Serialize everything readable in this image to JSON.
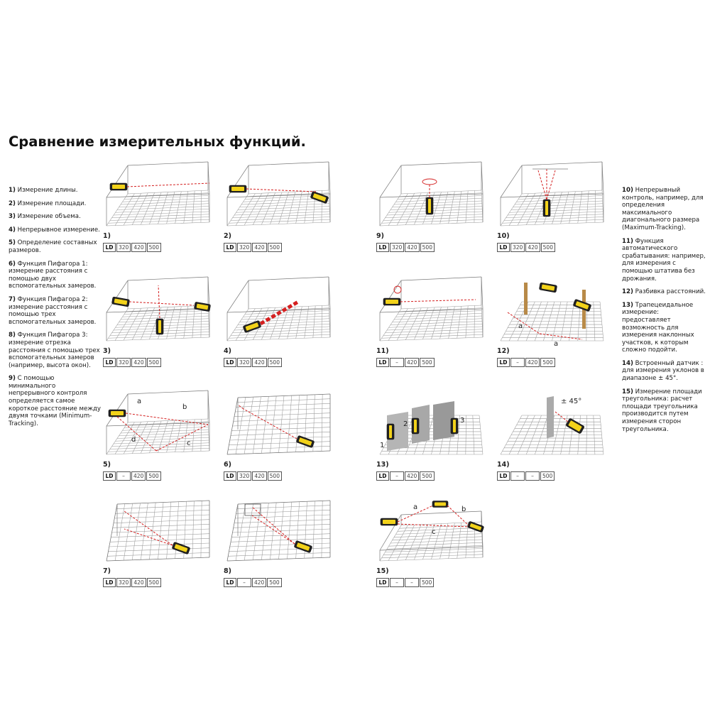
{
  "title": "Сравнение измерительных функций.",
  "left_items": [
    {
      "n": "1)",
      "text": "Измерение длины."
    },
    {
      "n": "2)",
      "text": "Измерение площади."
    },
    {
      "n": "3)",
      "text": "Измерение объема."
    },
    {
      "n": "4)",
      "text": "Непрерывное измерение."
    },
    {
      "n": "5)",
      "text": "Определение составных размеров."
    },
    {
      "n": "6)",
      "text": "Функция Пифагора 1: измерение расстояния с помощью двух вспомогательных замеров."
    },
    {
      "n": "7)",
      "text": "Функция Пифагора 2: измерение расстояния с помощью трех вспомогательных замеров."
    },
    {
      "n": "8)",
      "text": "Функция Пифагора 3: измерение отрезка расстояния с помощью трех вспомогательных замеров (например, высота окон)."
    },
    {
      "n": "9)",
      "text": "С помощью минимального непрерывного контроля определяется самое короткое расстояние между двумя точками (Minimum-Tracking)."
    }
  ],
  "right_items": [
    {
      "n": "10)",
      "text": "Непрерывный контроль, например, для определения максимального диагонального размера (Maximum-Tracking)."
    },
    {
      "n": "11)",
      "text": "Функция автоматического срабатывания: например, для измерения с помощью штатива без дрожания."
    },
    {
      "n": "12)",
      "text": "Разбивка расстояний."
    },
    {
      "n": "13)",
      "text": "Трапецеидальное измерение: предоставляет возможность для измерения наклонных участков, к которым сложно подойти."
    },
    {
      "n": "14)",
      "text": "Встроенный датчик : для измерения уклонов в диапазоне ± 45°."
    },
    {
      "n": "15)",
      "text": "Измерение площади треугольника: расчет площади треугольника производится путем измерения сторон треугольника."
    }
  ],
  "panels": [
    {
      "num": "1)",
      "legend": [
        "LD",
        "320",
        "420",
        "500"
      ]
    },
    {
      "num": "2)",
      "legend": [
        "LD",
        "320",
        "420",
        "500"
      ]
    },
    {
      "num": "3)",
      "legend": [
        "LD",
        "320",
        "420",
        "500"
      ]
    },
    {
      "num": "4)",
      "legend": [
        "LD",
        "320",
        "420",
        "500"
      ]
    },
    {
      "num": "5)",
      "legend": [
        "LD",
        "–",
        "420",
        "500"
      ]
    },
    {
      "num": "6)",
      "legend": [
        "LD",
        "320",
        "420",
        "500"
      ]
    },
    {
      "num": "7)",
      "legend": [
        "LD",
        "320",
        "420",
        "500"
      ]
    },
    {
      "num": "8)",
      "legend": [
        "LD",
        "–",
        "420",
        "500"
      ]
    },
    {
      "num": "9)",
      "legend": [
        "LD",
        "320",
        "420",
        "500"
      ]
    },
    {
      "num": "10)",
      "legend": [
        "LD",
        "320",
        "420",
        "500"
      ]
    },
    {
      "num": "11)",
      "legend": [
        "LD",
        "–",
        "420",
        "500"
      ]
    },
    {
      "num": "12)",
      "legend": [
        "LD",
        "–",
        "420",
        "500"
      ]
    },
    {
      "num": "13)",
      "legend": [
        "LD",
        "–",
        "420",
        "500"
      ]
    },
    {
      "num": "14)",
      "legend": [
        "LD",
        "–",
        "–",
        "500"
      ]
    },
    {
      "num": "15)",
      "legend": [
        "LD",
        "–",
        "–",
        "500"
      ]
    }
  ],
  "labels": {
    "p5_a": "a",
    "p5_b": "b",
    "p5_c": "c",
    "p5_d": "d",
    "p12_a1": "a",
    "p12_a2": "a",
    "p13_1": "1",
    "p13_2": "2",
    "p13_3": "3",
    "p14_angle": "± 45°",
    "p15_a": "a",
    "p15_b": "b",
    "p15_c": "c"
  },
  "colors": {
    "laser": "#d42020",
    "device": "#f2d21a",
    "grid": "#9a9a9a",
    "frame": "#7a7a7a"
  }
}
